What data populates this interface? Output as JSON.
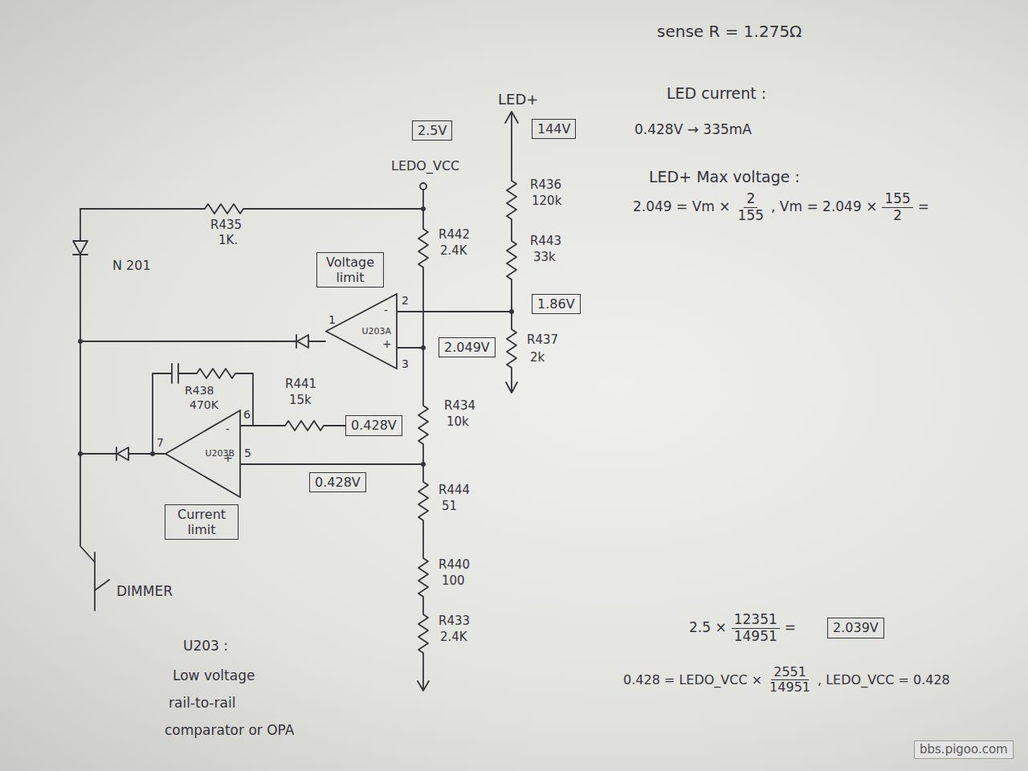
{
  "diagram": {
    "nodes": [
      {
        "text": [
          "2.5V"
        ]
      },
      {
        "text": [
          "144V"
        ]
      },
      {
        "text": [
          "Voltage limit"
        ]
      },
      {
        "text": [
          "1.86V"
        ]
      },
      {
        "text": [
          "U203A"
        ]
      },
      {
        "text": [
          "2.049V"
        ]
      },
      {
        "text": [
          "U203B"
        ]
      },
      {
        "text": [
          "0.428V"
        ]
      },
      {
        "text": [
          "0.428V"
        ]
      },
      {
        "text": [
          "Current limit"
        ]
      },
      {
        "text": [
          "2.039V"
        ]
      }
    ],
    "labels": [
      "LEDO_VCC",
      "LED+",
      "R435",
      "1K.",
      "N 201",
      "R442",
      "2.4K",
      "R436",
      "120k",
      "R443",
      "33k",
      "1",
      "2",
      "-",
      "+",
      "3",
      "R437",
      "2k",
      "R438",
      "470K",
      "R441",
      "15k",
      "7",
      "6",
      "-",
      "+",
      "5",
      "R434",
      "10k",
      "R444",
      "51",
      "R440",
      "100",
      "R433",
      "2.4K",
      "DIMMER",
      "U203 :",
      "Low voltage",
      "rail-to-rail",
      "comparator or OPA",
      "sense R = 1.275Ω",
      "LED current :",
      "0.428V → 335mA",
      "LED+ Max voltage :",
      "2.049 = Vm ×",
      "2",
      "155",
      ", Vm = 2.049 ×",
      "155",
      "2",
      "=",
      "2.5 ×",
      "12351",
      "14951",
      "=",
      "0.428 = LEDO_VCC ×",
      "2551",
      "14951",
      ", LEDO_VCC = 0.428",
      "bbs.pigoo.com"
    ]
  }
}
